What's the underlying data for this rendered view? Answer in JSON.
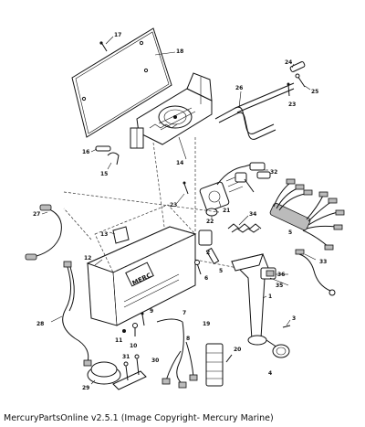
{
  "caption": "MercuryPartsOnline v2.5.1 (Image Copyright- Mercury Marine)",
  "callouts": {
    "c1": "1",
    "c2": "2",
    "c3": "3",
    "c4": "4",
    "c5a": "5",
    "c5b": "5",
    "c6": "6",
    "c7": "7",
    "c8": "8",
    "c9": "9",
    "c10": "10",
    "c11": "11",
    "c12": "12",
    "c13": "13",
    "c14": "14",
    "c15": "15",
    "c16": "16",
    "c17": "17",
    "c18": "18",
    "c19": "19",
    "c20": "20",
    "c21": "21",
    "c22": "22",
    "c23a": "23",
    "c23b": "23",
    "c24": "24",
    "c25": "25",
    "c26": "26",
    "c27": "27",
    "c28": "28",
    "c29": "29",
    "c30": "30",
    "c31": "31",
    "c32": "32",
    "c33": "33",
    "c34": "34",
    "c35": "35",
    "c36": "36"
  },
  "logo_text": "MERC"
}
